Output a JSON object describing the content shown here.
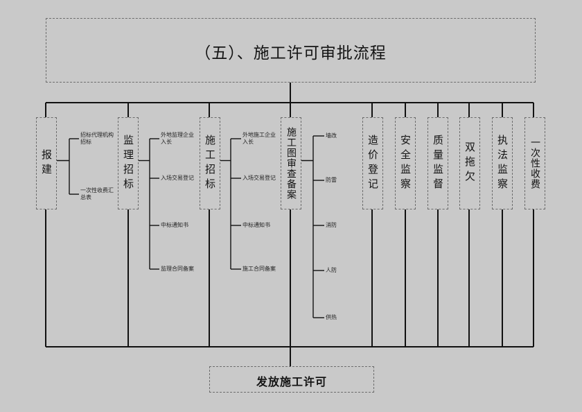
{
  "title": "（五）、施工许可审批流程",
  "final_step": "发放施工许可",
  "steps": [
    {
      "label": "报建",
      "subitems": [
        "招标代理机构招标",
        "一次性收费汇总表"
      ]
    },
    {
      "label": "监理招标",
      "subitems": [
        "外地监理企业入长",
        "入场交易登记",
        "中标通知书",
        "监理合同备案"
      ]
    },
    {
      "label": "施工招标",
      "subitems": [
        "外地施工企业入长",
        "入场交易登记",
        "中标通知书",
        "施工合同备案"
      ]
    },
    {
      "label": "施工图审查备案",
      "subitems": [
        "墙改",
        "防雷",
        "消防",
        "人防",
        "供热"
      ]
    },
    {
      "label": "造价登记",
      "subitems": []
    },
    {
      "label": "安全监察",
      "subitems": []
    },
    {
      "label": "质量监督",
      "subitems": []
    },
    {
      "label": "双拖欠",
      "subitems": []
    },
    {
      "label": "执法监察",
      "subitems": []
    },
    {
      "label": "一次性收费",
      "subitems": []
    }
  ]
}
